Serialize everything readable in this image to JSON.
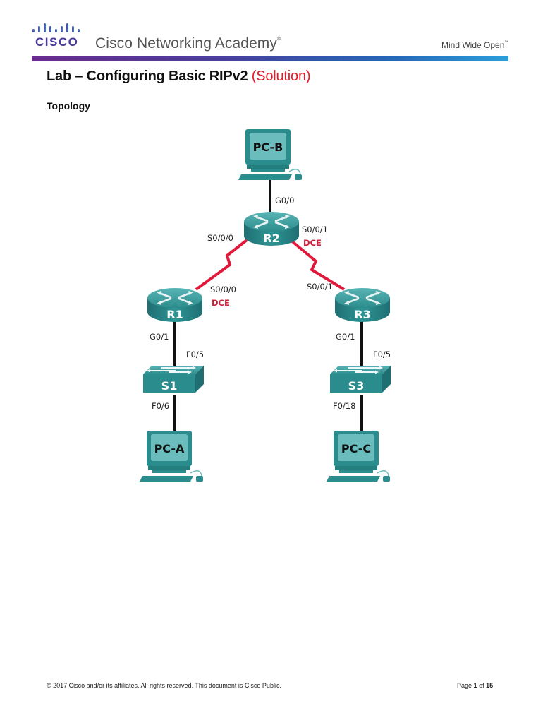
{
  "header": {
    "logo_word": "CISCO",
    "academy": "Cisco Networking Academy",
    "academy_mark": "®",
    "tagline": "Mind Wide Open",
    "tagline_mark": "™",
    "colors": {
      "banner_start": "#6a2c91",
      "banner_end": "#2a9fdc",
      "logo": "#4b3a9b"
    }
  },
  "document": {
    "title": "Lab – Configuring Basic RIPv2",
    "title_suffix": "(Solution)",
    "section": "Topology"
  },
  "topology": {
    "devices": [
      {
        "id": "pc-b",
        "type": "pc",
        "name": "PC-B"
      },
      {
        "id": "r2",
        "type": "router",
        "name": "R2"
      },
      {
        "id": "r1",
        "type": "router",
        "name": "R1"
      },
      {
        "id": "r3",
        "type": "router",
        "name": "R3"
      },
      {
        "id": "s1",
        "type": "switch",
        "name": "S1"
      },
      {
        "id": "s3",
        "type": "switch",
        "name": "S3"
      },
      {
        "id": "pc-a",
        "type": "pc",
        "name": "PC-A"
      },
      {
        "id": "pc-c",
        "type": "pc",
        "name": "PC-C"
      }
    ],
    "links": [
      {
        "from": "PC-B",
        "to": "R2",
        "type": "ethernet",
        "labels": [
          "G0/0"
        ]
      },
      {
        "from": "R2",
        "to": "R1",
        "type": "serial",
        "labels": [
          "S0/0/0",
          "S0/0/0"
        ],
        "dce": "R1"
      },
      {
        "from": "R2",
        "to": "R3",
        "type": "serial",
        "labels": [
          "S0/0/1",
          "S0/0/1"
        ],
        "dce": "R2"
      },
      {
        "from": "R1",
        "to": "S1",
        "type": "ethernet",
        "labels": [
          "G0/1",
          "F0/5"
        ]
      },
      {
        "from": "S1",
        "to": "PC-A",
        "type": "ethernet",
        "labels": [
          "F0/6"
        ]
      },
      {
        "from": "R3",
        "to": "S3",
        "type": "ethernet",
        "labels": [
          "G0/1",
          "F0/5"
        ]
      },
      {
        "from": "S3",
        "to": "PC-C",
        "type": "ethernet",
        "labels": [
          "F0/18"
        ]
      }
    ],
    "labels": {
      "r2_g00": "G0/0",
      "r2_s000": "S0/0/0",
      "r2_s001": "S0/0/1",
      "r2_dce": "DCE",
      "r1_s000": "S0/0/0",
      "r1_dce": "DCE",
      "r3_s001": "S0/0/1",
      "r1_g01": "G0/1",
      "s1_f05": "F0/5",
      "s1_f06": "F0/6",
      "r3_g01": "G0/1",
      "s3_f05": "F0/5",
      "s3_f018": "F0/18"
    },
    "colors": {
      "device": "#2a8a8a",
      "serial_link": "#e0193a",
      "ethernet_link": "#111111",
      "dce": "#d0203a"
    }
  },
  "footer": {
    "copyright": "© 2017 Cisco and/or its affiliates. All rights reserved. This document is Cisco Public.",
    "page_prefix": "Page",
    "page_current": "1",
    "page_of": "of",
    "page_total": "15"
  }
}
